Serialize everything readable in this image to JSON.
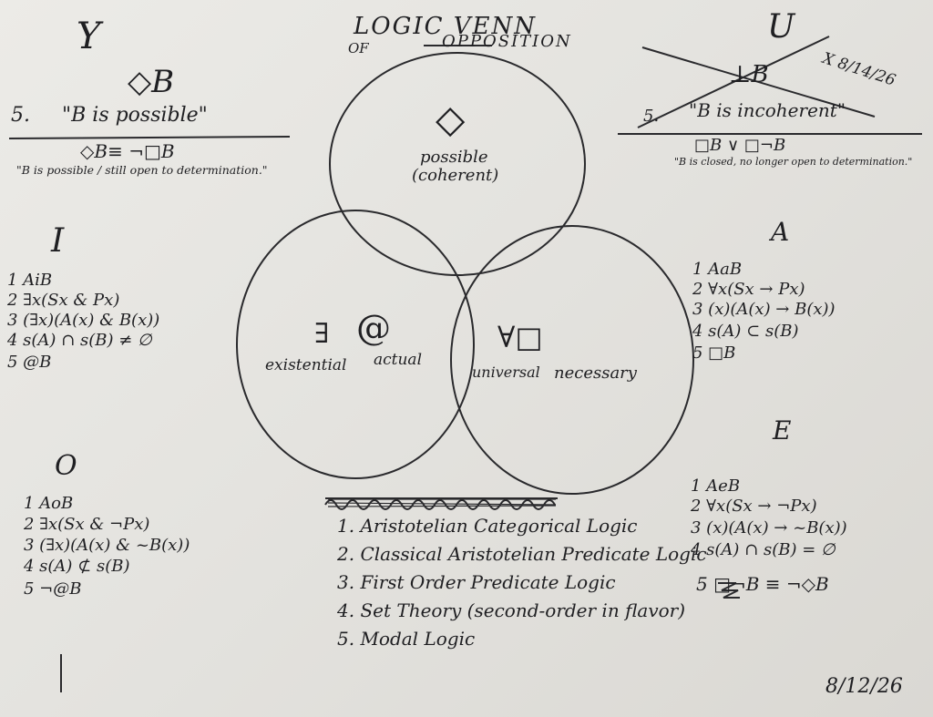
{
  "title": {
    "line1": "LOGIC VENN",
    "of": "OF",
    "line2": "OPPOSITION"
  },
  "corners": {
    "top_left": "Y",
    "top_right": "U"
  },
  "center": {
    "diamond": "◇",
    "possible": "possible",
    "coherent": "(coherent)",
    "exists": "∃",
    "at": "@",
    "existential": "existential",
    "actual": "actual",
    "forall_box": "∀□",
    "universal": "universal",
    "necessary": "necessary"
  },
  "Y": {
    "symbol": "◇B",
    "num": "5.",
    "quote": "\"B is possible\"",
    "formula": "◇B≡ ¬□B",
    "note": "\"B is possible / still open to determination.\""
  },
  "U": {
    "symbol": "⊥B",
    "date": "X 8/14/26",
    "num": "5.",
    "quote": "\"B is incoherent\"",
    "formula": "□B ∨ □¬B",
    "note": "\"B is closed, no longer open to determination.\""
  },
  "I": {
    "header": "I",
    "lines": [
      "1  AiB",
      "2  ∃x(Sx & Px)",
      "3  (∃x)(A(x) & B(x))",
      "4  s(A) ∩ s(B) ≠ ∅",
      "5  @B"
    ]
  },
  "O": {
    "header": "O",
    "lines": [
      "1  AoB",
      "2  ∃x(Sx & ¬Px)",
      "3  (∃x)(A(x) & ~B(x))",
      "4  s(A) ⊄ s(B)",
      "5  ¬@B"
    ]
  },
  "A": {
    "header": "A",
    "lines": [
      "1  AaB",
      "2  ∀x(Sx → Px)",
      "3  (x)(A(x) → B(x))",
      "4  s(A) ⊂ s(B)",
      "5  □B"
    ]
  },
  "E": {
    "header": "E",
    "lines": [
      "1  AeB",
      "2  ∀x(Sx → ¬Px)",
      "3  (x)(A(x) → ~B(x))",
      "4  s(A) ∩ s(B) = ∅",
      "5  □¬B ≡ ¬◇B"
    ]
  },
  "list": [
    "1. Aristotelian Categorical Logic",
    "2. Classical Aristotelian Predicate Logic",
    "3. First Order Predicate Logic",
    "4. Set Theory (second-order in flavor)",
    "5. Modal Logic"
  ],
  "date_bottom": "8/12/26"
}
